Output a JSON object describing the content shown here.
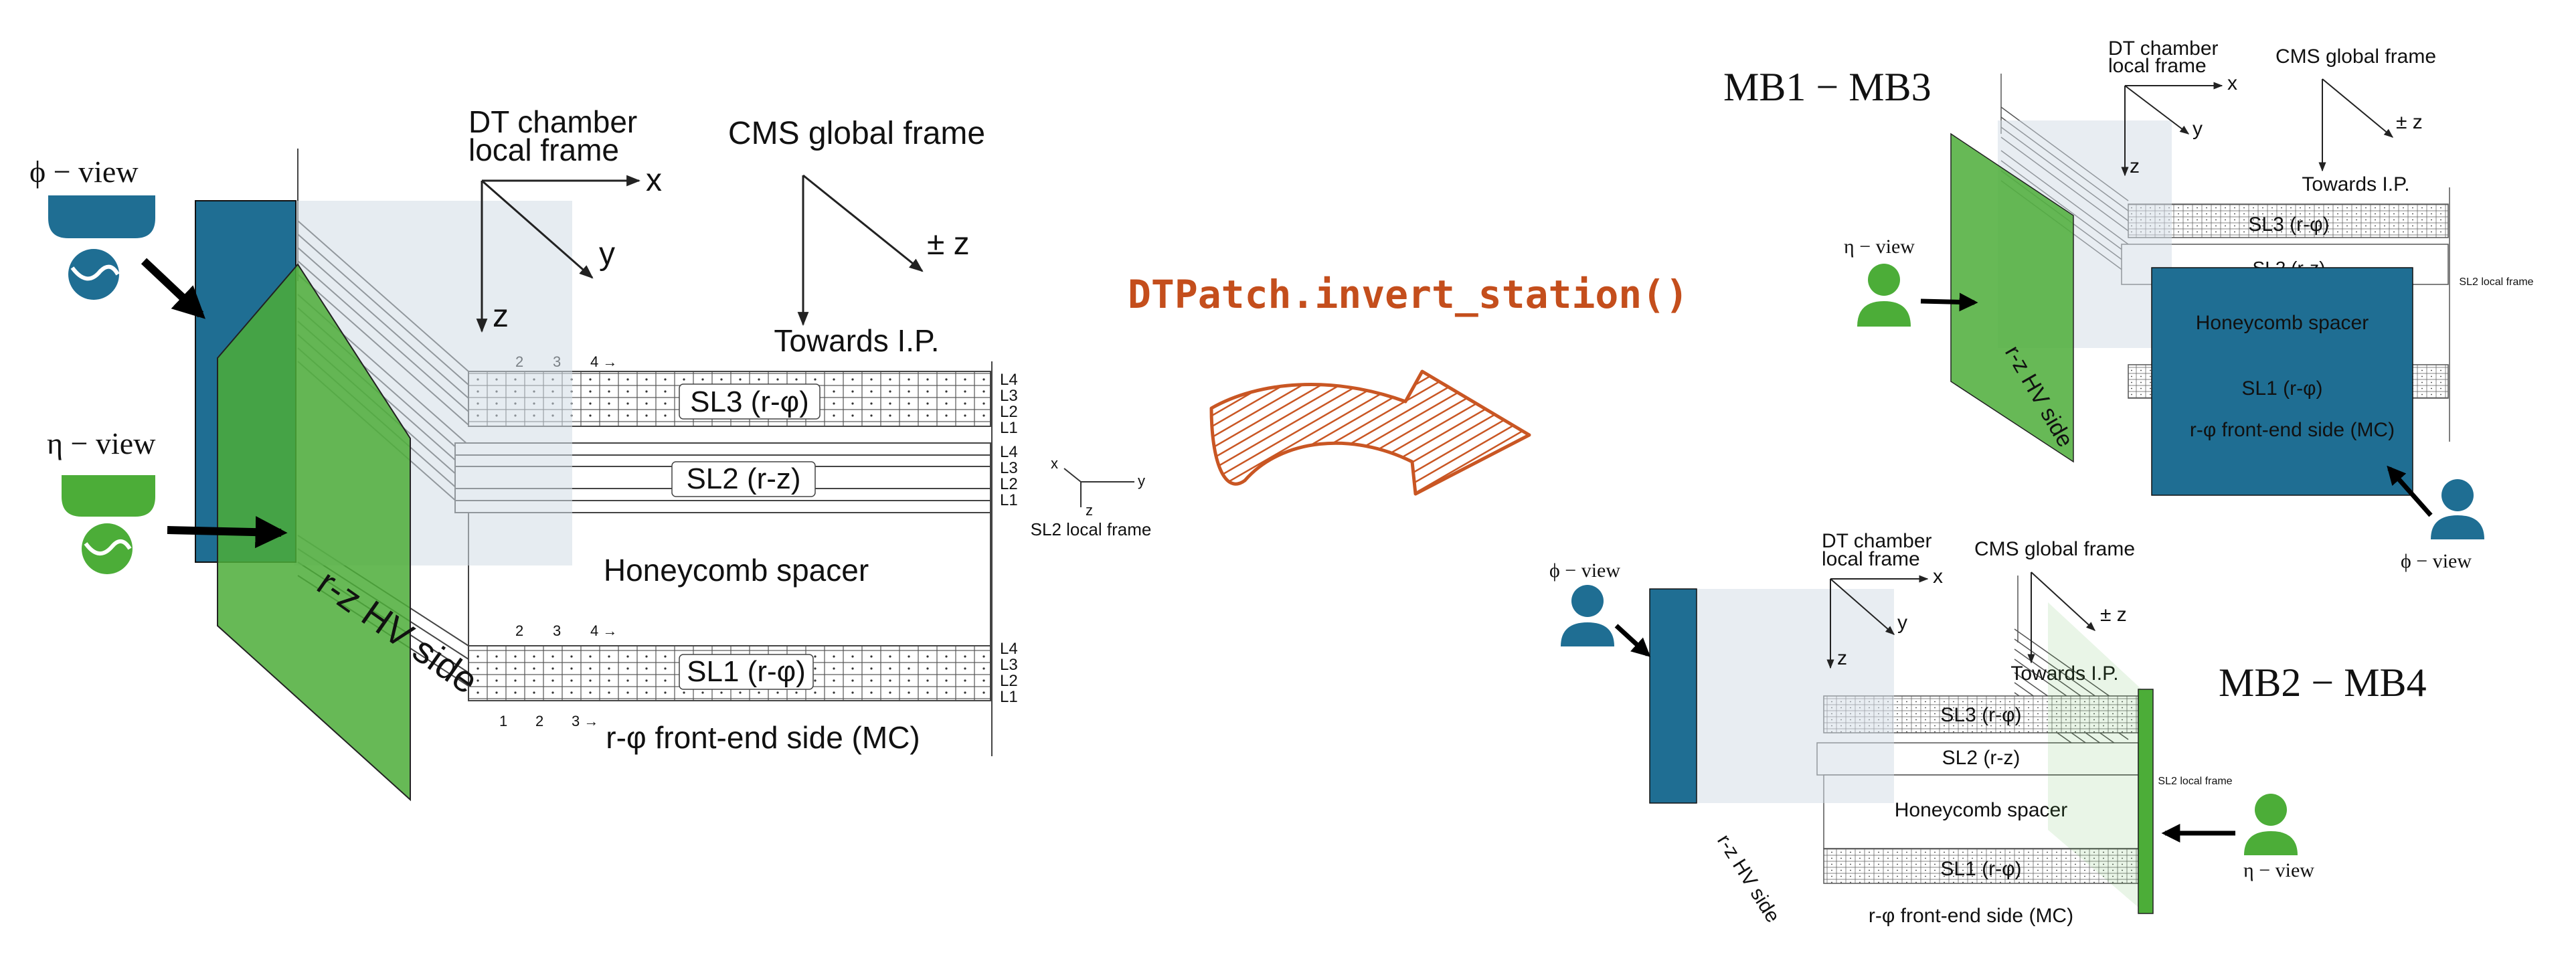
{
  "colors": {
    "phi_panel": "#1f6e93",
    "eta_panel": "#4cad38",
    "frame_shade": "#d2dce6",
    "arrow_orange": "#c95623",
    "function_text": "#c44e1c"
  },
  "function_call": "DTPatch.invert_station()",
  "left": {
    "phi_view": "ϕ − view",
    "eta_view": "η − view",
    "dt_frame_line1": "DT chamber",
    "dt_frame_line2": "local frame",
    "axis_x": "x",
    "axis_y": "y",
    "axis_z": "z",
    "cms_frame": "CMS global frame",
    "pm_z": "± z",
    "towards_ip": "Towards I.P.",
    "sl3": "SL3 (r-φ)",
    "sl2": "SL2 (r-z)",
    "sl1": "SL1 (r-φ)",
    "honeycomb": "Honeycomb spacer",
    "front_end": "r-φ front-end side (MC)",
    "hv_side": "r-z HV side",
    "layers": [
      "L4",
      "L3",
      "L2",
      "L1"
    ],
    "cell_numbers_top": [
      "2",
      "3",
      "4 →"
    ],
    "cell_numbers_bottom": [
      "1",
      "2",
      "3 →"
    ],
    "sl2_frame": "SL2 local frame",
    "sl2_x": "x",
    "sl2_y": "y",
    "sl2_z": "z"
  },
  "top_right": {
    "title": "MB1 − MB3",
    "dt_frame_line1": "DT chamber",
    "dt_frame_line2": "local frame",
    "axis_x": "x",
    "axis_y": "y",
    "axis_z": "z",
    "cms_frame": "CMS global frame",
    "pm_z": "± z",
    "towards_ip": "Towards I.P.",
    "sl3": "SL3 (r-φ)",
    "sl2": "SL2 (r-z)",
    "sl1": "SL1 (r-φ)",
    "honeycomb": "Honeycomb spacer",
    "front_end": "r-φ front-end side (MC)",
    "hv_side": "r-z HV side",
    "eta_view": "η − view",
    "phi_view": "ϕ − view",
    "sl2_frame": "SL2 local frame"
  },
  "bottom_right": {
    "title": "MB2 − MB4",
    "dt_frame_line1": "DT chamber",
    "dt_frame_line2": "local frame",
    "axis_x": "x",
    "axis_y": "y",
    "axis_z": "z",
    "cms_frame": "CMS global frame",
    "pm_z": "± z",
    "towards_ip": "Towards I.P.",
    "sl3": "SL3 (r-φ)",
    "sl2": "SL2 (r-z)",
    "sl1": "SL1 (r-φ)",
    "honeycomb": "Honeycomb spacer",
    "front_end": "r-φ front-end side (MC)",
    "hv_side": "r-z HV side",
    "phi_view": "ϕ − view",
    "eta_view": "η − view",
    "sl2_frame": "SL2 local frame"
  }
}
